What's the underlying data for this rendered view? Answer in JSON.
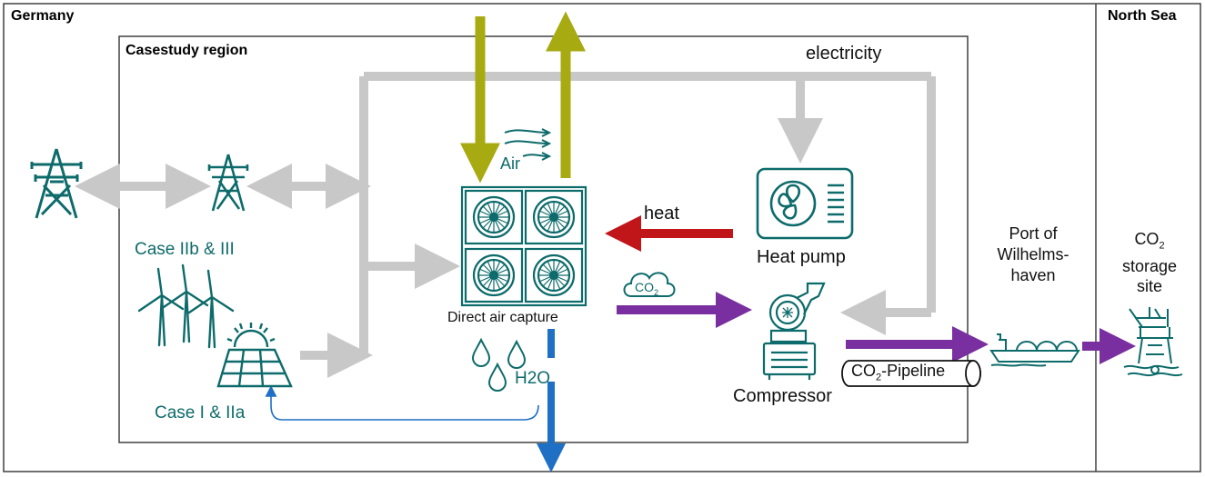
{
  "regions": {
    "germany": "Germany",
    "north_sea": "North Sea",
    "casestudy": "Casestudy region"
  },
  "labels": {
    "electricity": "electricity",
    "air": "Air",
    "heat": "heat",
    "co2_small": "CO",
    "co2_small_sub": "2",
    "dac": "Direct air capture",
    "h2o": "H2O",
    "heat_pump": "Heat pump",
    "compressor": "Compressor",
    "pipeline": "CO",
    "pipeline_sub": "2",
    "pipeline_rest": "-Pipeline",
    "port_line1": "Port of",
    "port_line2": "Wilhelms-",
    "port_line3": "haven",
    "storage_line1": "CO",
    "storage_sub": "2",
    "storage_line2": "storage",
    "storage_line3": "site",
    "case_wind": "Case IIb & III",
    "case_solar": "Case I & IIa"
  },
  "colors": {
    "teal": "#0e6b6b",
    "grey_arrow": "#c8c8c8",
    "olive": "#a8aa12",
    "red": "#c0161a",
    "purple": "#7a2fa0",
    "blue": "#1f6fc4"
  },
  "icons": [
    "power-tower-icon",
    "wind-turbines-icon",
    "solar-panel-icon",
    "dac-fan-unit-icon",
    "air-flow-icon",
    "water-drops-icon",
    "co2-cloud-icon",
    "heat-pump-icon",
    "compressor-icon",
    "pipeline-icon",
    "ship-icon",
    "offshore-platform-icon"
  ]
}
